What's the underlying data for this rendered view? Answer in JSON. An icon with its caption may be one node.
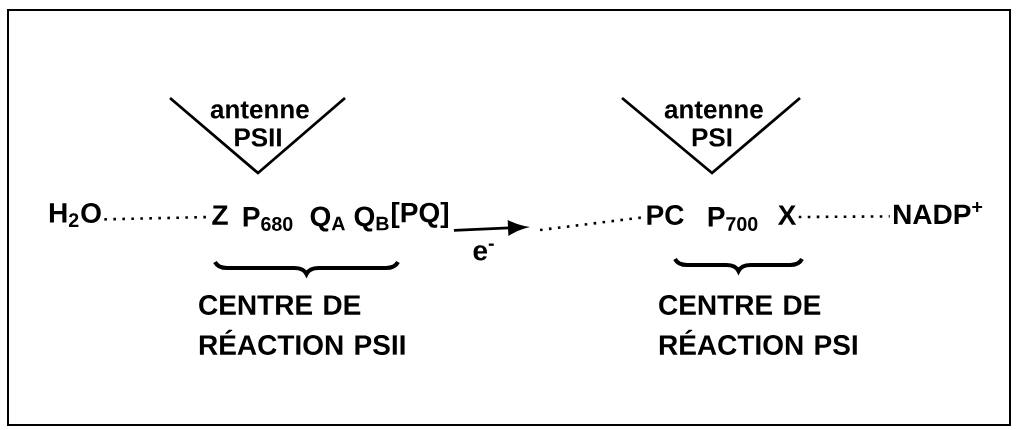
{
  "diagram": {
    "nodes": [
      {
        "text": [
          "antenne PSII"
        ]
      },
      {
        "text": [
          "antenne PSI"
        ]
      },
      {
        "text": [
          "H$_{2}$O"
        ]
      },
      {
        "text": [
          "Z"
        ]
      },
      {
        "text": [
          "P$_{680}$"
        ]
      },
      {
        "text": [
          "Q$_{A}$"
        ]
      },
      {
        "text": [
          "Q$_{B}$"
        ]
      },
      {
        "text": [
          "[PQ]"
        ]
      },
      {
        "text": [
          "PC"
        ]
      },
      {
        "text": [
          "P$_{700}$"
        ]
      },
      {
        "text": [
          "X"
        ]
      },
      {
        "text": [
          "NADP$^{+}$"
        ]
      }
    ],
    "edges": [
      {
        "from": 2,
        "to": 3,
        "arrow": "none",
        "style": "dashed"
      },
      {
        "from": 7,
        "to": null,
        "arrow": "to",
        "label": "e$^{-}$"
      },
      {
        "from": null,
        "to": 8,
        "arrow": "none",
        "style": "dashed"
      },
      {
        "from": 10,
        "to": 11,
        "arrow": "none",
        "style": "dashed"
      }
    ],
    "labels": [
      "CENTRE DE RÉACTION PSII",
      "CENTRE DE RÉACTION PSI"
    ]
  }
}
